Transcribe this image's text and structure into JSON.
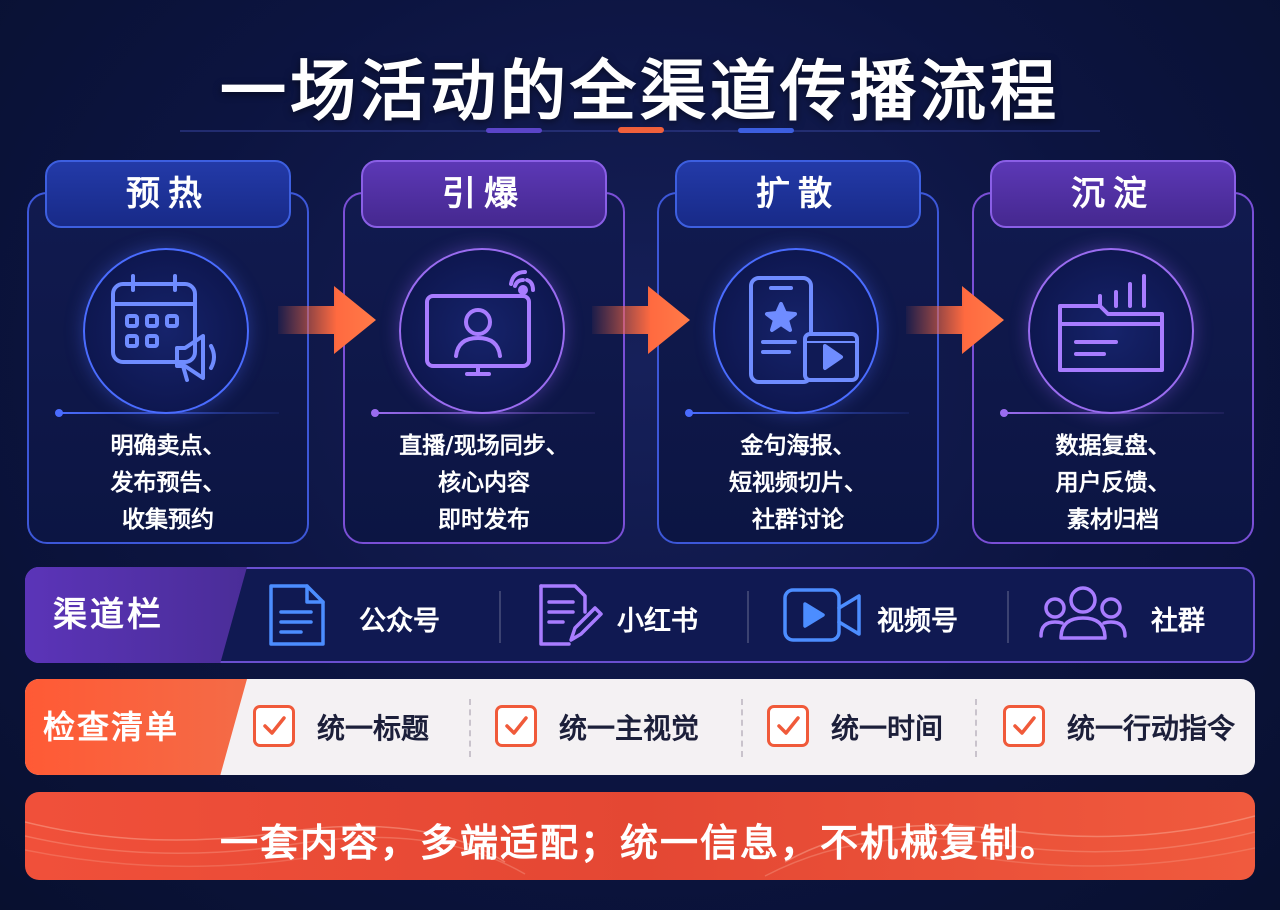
{
  "title": "一场活动的全渠道传播流程",
  "stages": [
    {
      "name": "预热",
      "icon": "calendar-megaphone-icon",
      "lines": [
        "明确卖点、",
        "发布预告、",
        "收集预约"
      ]
    },
    {
      "name": "引爆",
      "icon": "live-broadcast-icon",
      "lines": [
        "直播/现场同步、",
        "核心内容",
        "即时发布"
      ]
    },
    {
      "name": "扩散",
      "icon": "mobile-video-icon",
      "lines": [
        "金句海报、",
        "短视频切片、",
        "社群讨论"
      ]
    },
    {
      "name": "沉淀",
      "icon": "folder-chart-icon",
      "lines": [
        "数据复盘、",
        "用户反馈、",
        "素材归档"
      ]
    }
  ],
  "channel_bar": {
    "label": "渠道栏",
    "items": [
      {
        "name": "公众号",
        "icon": "document-icon"
      },
      {
        "name": "小红书",
        "icon": "note-pen-icon"
      },
      {
        "name": "视频号",
        "icon": "video-camera-icon"
      },
      {
        "name": "社群",
        "icon": "group-users-icon"
      }
    ]
  },
  "checklist": {
    "label": "检查清单",
    "items": [
      "统一标题",
      "统一主视觉",
      "统一时间",
      "统一行动指令"
    ]
  },
  "slogan": "一套内容，多端适配；统一信息，不机械复制。",
  "colors": {
    "blue": "#3d57d8",
    "purple": "#7a4fd6",
    "orange": "#f05a3a",
    "background": "#0b1236"
  }
}
